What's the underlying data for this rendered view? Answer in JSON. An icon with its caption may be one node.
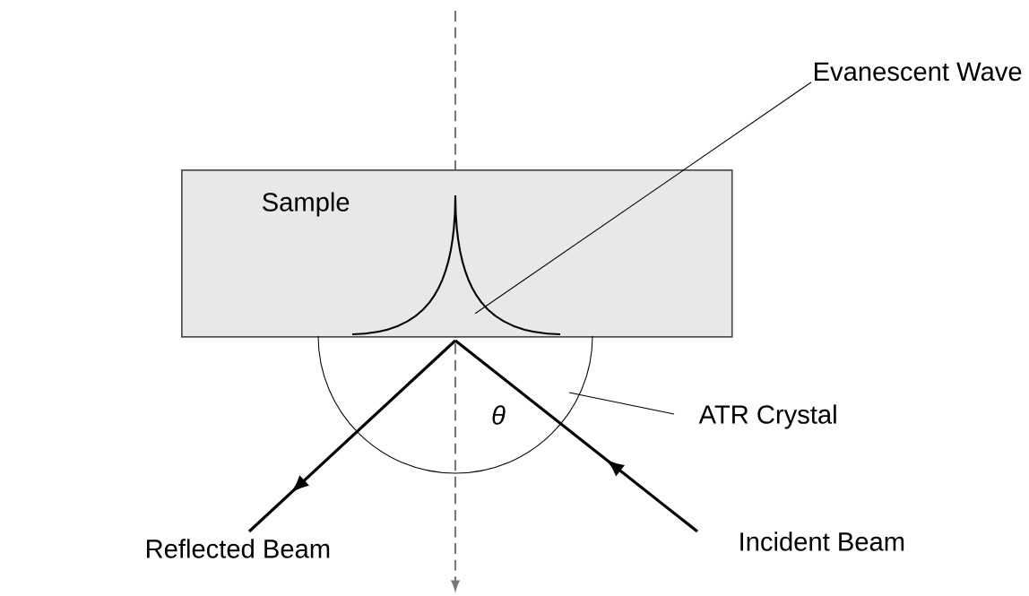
{
  "diagram": {
    "nodes": [
      {
        "text": [
          "Sample"
        ]
      },
      {
        "text": [],
        "shape": "semicircle"
      },
      {
        "text": [],
        "shape": "picture",
        "in": 0
      },
      {
        "text": [
          "Evanescent Wave"
        ]
      },
      {
        "text": [
          "ATR Crystal"
        ]
      }
    ],
    "edges": [
      {
        "from": 3,
        "to": 2,
        "arrow": "none"
      },
      {
        "from": 4,
        "to": 1,
        "arrow": "none"
      }
    ],
    "labels": [
      "Reflected Beam",
      "Incident Beam",
      "θ"
    ]
  }
}
